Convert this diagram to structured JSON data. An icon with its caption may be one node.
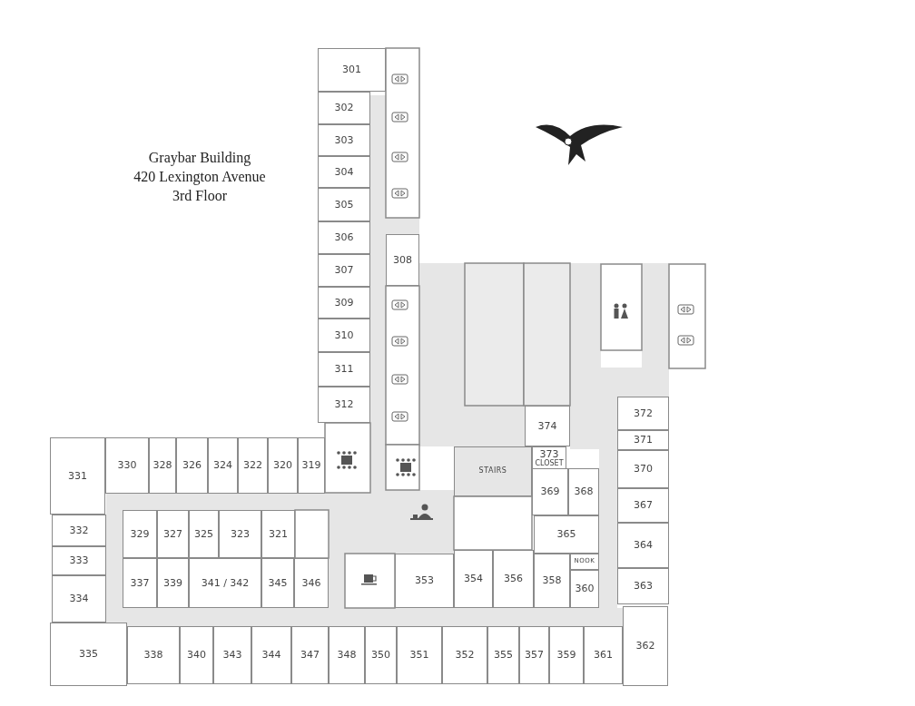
{
  "diagram": {
    "nodes": [
      {
        "text": [
          "301"
        ]
      },
      {
        "text": [
          "302"
        ]
      },
      {
        "text": [
          "303"
        ]
      },
      {
        "text": [
          "304"
        ]
      },
      {
        "text": [
          "305"
        ]
      },
      {
        "text": [
          "306"
        ]
      },
      {
        "text": [
          "308"
        ]
      },
      {
        "text": [
          "307"
        ]
      },
      {
        "text": [
          "309"
        ]
      },
      {
        "text": [
          "310"
        ]
      },
      {
        "text": [
          "311"
        ]
      },
      {
        "text": [
          "312"
        ]
      },
      {
        "text": [
          "372"
        ]
      },
      {
        "text": [
          "374"
        ]
      },
      {
        "text": [
          "371"
        ]
      },
      {
        "text": [
          "330"
        ]
      },
      {
        "text": [
          "328"
        ]
      },
      {
        "text": [
          "326"
        ]
      },
      {
        "text": [
          "324"
        ]
      },
      {
        "text": [
          "322"
        ]
      },
      {
        "text": [
          "320"
        ]
      },
      {
        "text": [
          "319"
        ]
      },
      {
        "text": [
          "331"
        ]
      },
      {
        "text": [
          "STAIRS"
        ]
      },
      {
        "text": [
          "373",
          "CLOSET"
        ]
      },
      {
        "text": [
          "370"
        ]
      },
      {
        "text": [
          "369"
        ]
      },
      {
        "text": [
          "368"
        ]
      },
      {
        "text": [
          "367"
        ]
      },
      {
        "text": [
          "329"
        ]
      },
      {
        "text": [
          "327"
        ]
      },
      {
        "text": [
          "325"
        ]
      },
      {
        "text": [
          "323"
        ]
      },
      {
        "text": [
          "321"
        ]
      },
      {
        "text": [
          "332"
        ]
      },
      {
        "text": [
          "365"
        ]
      },
      {
        "text": [
          "364"
        ]
      },
      {
        "text": [
          "333"
        ]
      },
      {
        "text": [
          "354"
        ]
      },
      {
        "text": [
          "356"
        ]
      },
      {
        "text": [
          "NOOK"
        ]
      },
      {
        "text": [
          "353"
        ]
      },
      {
        "text": [
          "358"
        ]
      },
      {
        "text": [
          "337"
        ]
      },
      {
        "text": [
          "339"
        ]
      },
      {
        "text": [
          "341 / 342"
        ]
      },
      {
        "text": [
          "345"
        ]
      },
      {
        "text": [
          "346"
        ]
      },
      {
        "text": [
          "363"
        ]
      },
      {
        "text": [
          "360"
        ]
      },
      {
        "text": [
          "334"
        ]
      },
      {
        "text": [
          "362"
        ]
      },
      {
        "text": [
          "335"
        ]
      },
      {
        "text": [
          "338"
        ]
      },
      {
        "text": [
          "340"
        ]
      },
      {
        "text": [
          "343"
        ]
      },
      {
        "text": [
          "344"
        ]
      },
      {
        "text": [
          "347"
        ]
      },
      {
        "text": [
          "348"
        ]
      },
      {
        "text": [
          "350"
        ]
      },
      {
        "text": [
          "351"
        ]
      },
      {
        "text": [
          "352"
        ]
      },
      {
        "text": [
          "355"
        ]
      },
      {
        "text": [
          "357"
        ]
      },
      {
        "text": [
          "359"
        ]
      },
      {
        "text": [
          "361"
        ]
      }
    ],
    "labels": [
      "Graybar Building",
      "420 Lexington Avenue",
      "3rd Floor"
    ]
  }
}
